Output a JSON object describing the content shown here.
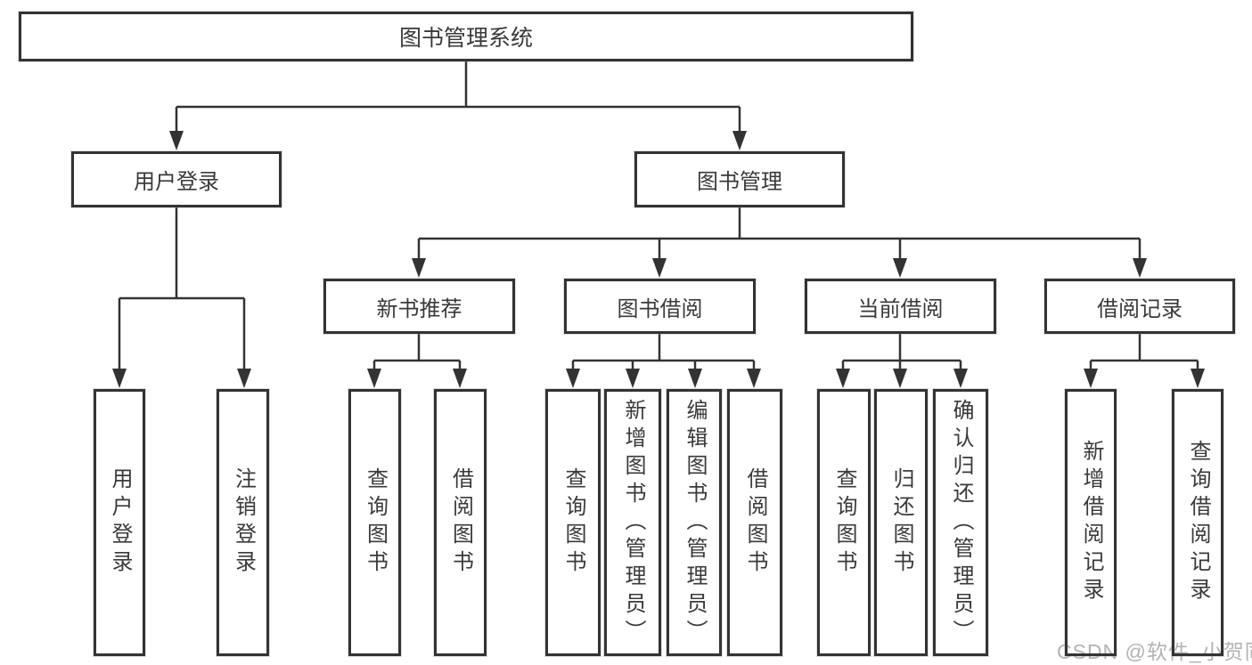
{
  "tree": {
    "root": {
      "label": "图书管理系统",
      "children": [
        {
          "label": "用户登录",
          "children": [
            {
              "label": "用户登录"
            },
            {
              "label": "注销登录"
            }
          ]
        },
        {
          "label": "图书管理",
          "children": [
            {
              "label": "新书推荐",
              "children": [
                {
                  "label": "查询图书"
                },
                {
                  "label": "借阅图书"
                }
              ]
            },
            {
              "label": "图书借阅",
              "children": [
                {
                  "label": "查询图书"
                },
                {
                  "label": "新增图书（管理员）"
                },
                {
                  "label": "编辑图书（管理员）"
                },
                {
                  "label": "借阅图书"
                }
              ]
            },
            {
              "label": "当前借阅",
              "children": [
                {
                  "label": "查询图书"
                },
                {
                  "label": "归还图书"
                },
                {
                  "label": "确认归还（管理员）"
                }
              ]
            },
            {
              "label": "借阅记录",
              "children": [
                {
                  "label": "新增借阅记录"
                },
                {
                  "label": "查询借阅记录"
                }
              ]
            }
          ]
        }
      ]
    }
  },
  "watermark": "CSDN @软件_小贺同学",
  "colors": {
    "line": "#333333",
    "text": "#3a3a3a",
    "watermark": "#b3b3b3",
    "background": "#ffffff"
  }
}
